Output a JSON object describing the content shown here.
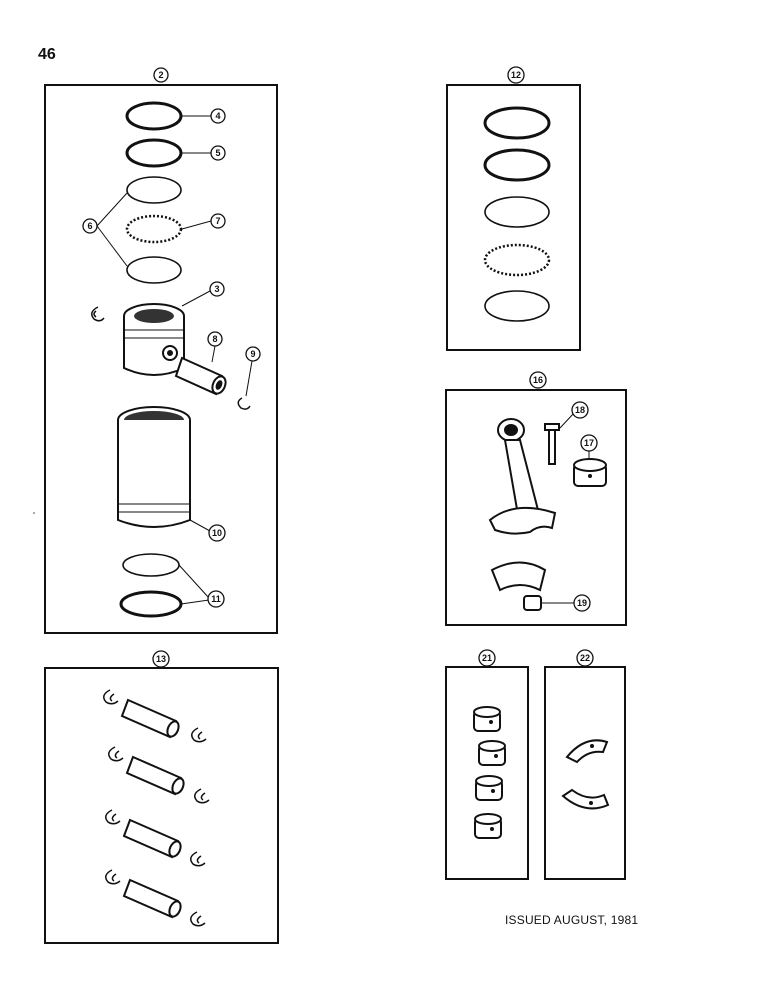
{
  "page": {
    "number": "46",
    "issued": "ISSUED AUGUST, 1981"
  },
  "callouts": {
    "c2": "2",
    "c3": "3",
    "c4": "4",
    "c5": "5",
    "c6": "6",
    "c7": "7",
    "c8": "8",
    "c9": "9",
    "c10": "10",
    "c11": "11",
    "c12": "12",
    "c13": "13",
    "c16": "16",
    "c17": "17",
    "c18": "18",
    "c19": "19",
    "c21": "21",
    "c22": "22"
  },
  "icons": {
    "piston-ring": "piston-ring-icon",
    "piston": "piston-icon",
    "piston-pin": "piston-pin-icon",
    "snap-ring": "snap-ring-icon",
    "cylinder-sleeve": "cylinder-sleeve-icon",
    "o-ring": "o-ring-icon",
    "connecting-rod": "connecting-rod-icon",
    "bolt": "bolt-icon",
    "bushing": "bushing-icon",
    "nut": "nut-icon",
    "bearing-half": "bearing-half-icon"
  }
}
